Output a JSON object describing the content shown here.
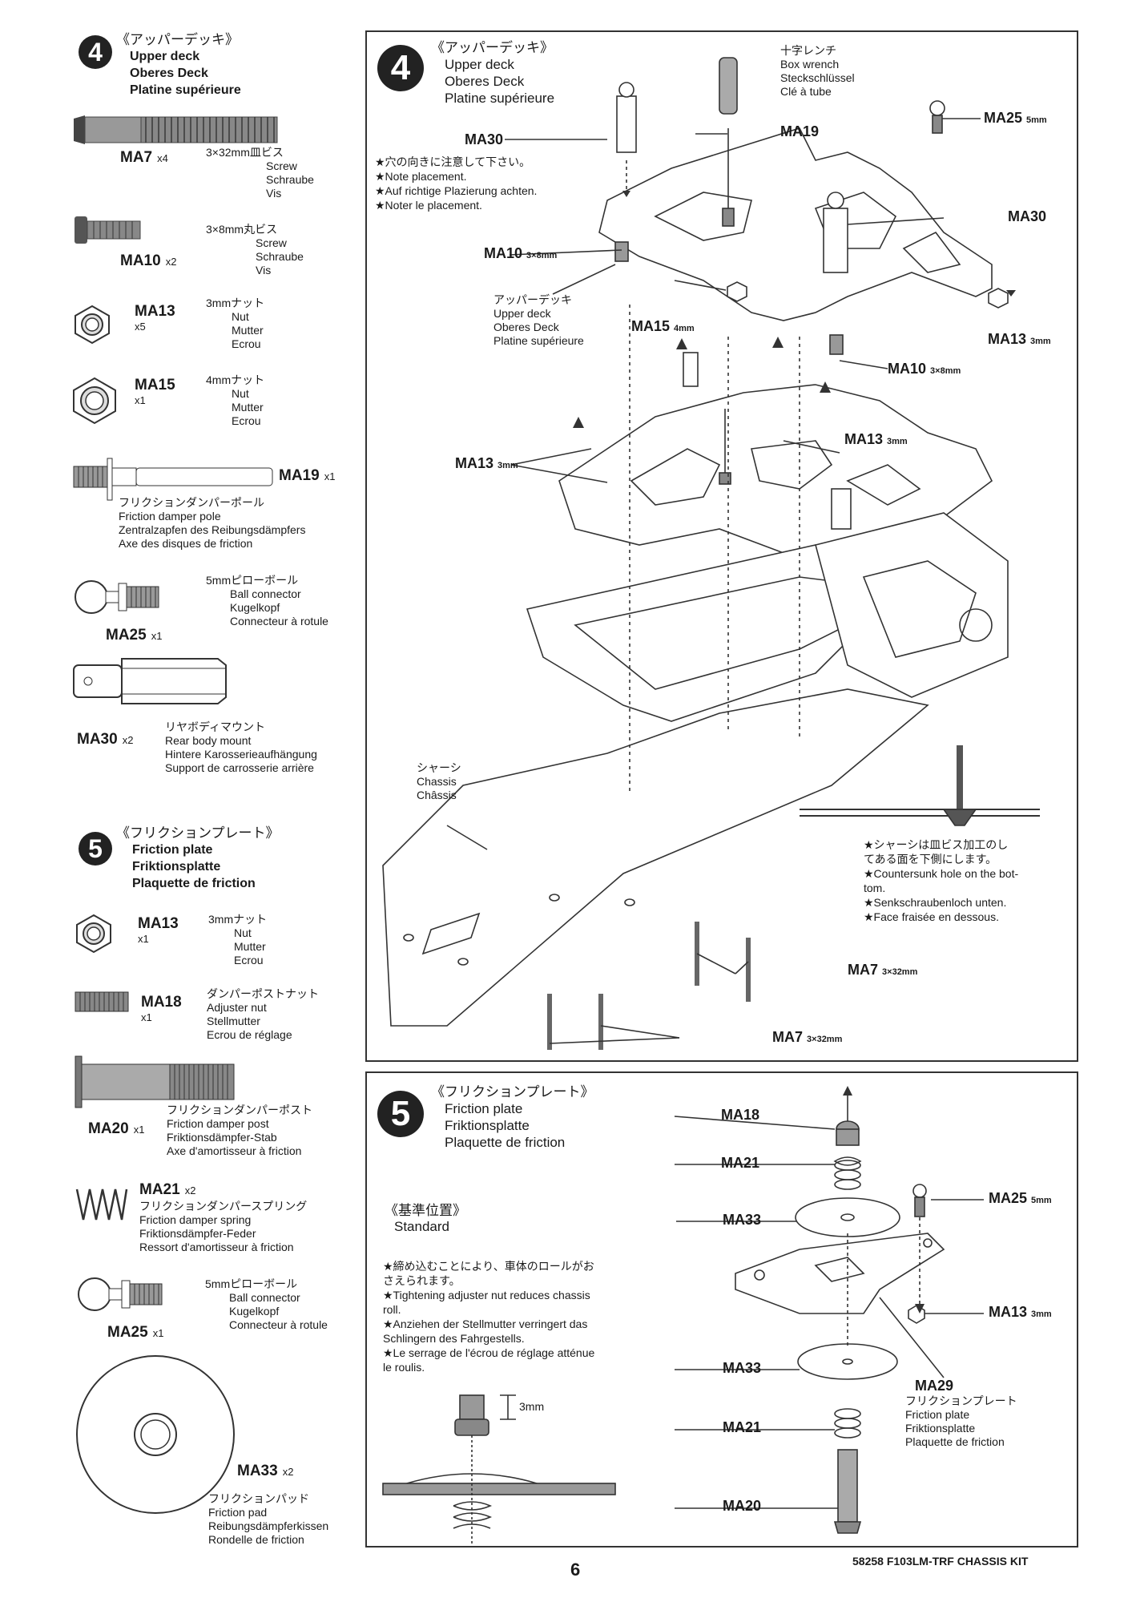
{
  "step4": {
    "num": "4",
    "title_jp": "《アッパーデッキ》",
    "title_en": "Upper deck",
    "title_de": "Oberes Deck",
    "title_fr": "Platine supérieure"
  },
  "parts4": [
    {
      "code": "MA7",
      "qty": "x4",
      "jp": "3×32mm皿ビス",
      "l1": "Screw",
      "l2": "Schraube",
      "l3": "Vis"
    },
    {
      "code": "MA10",
      "qty": "x2",
      "jp": "3×8mm丸ビス",
      "l1": "Screw",
      "l2": "Schraube",
      "l3": "Vis"
    },
    {
      "code": "MA13",
      "qty": "x5",
      "jp": "3mmナット",
      "l1": "Nut",
      "l2": "Mutter",
      "l3": "Ecrou"
    },
    {
      "code": "MA15",
      "qty": "x1",
      "jp": "4mmナット",
      "l1": "Nut",
      "l2": "Mutter",
      "l3": "Ecrou"
    },
    {
      "code": "MA19",
      "qty": "x1",
      "jp": "フリクションダンパーポール",
      "l1": "Friction damper pole",
      "l2": "Zentralzapfen des Reibungsdämpfers",
      "l3": "Axe des disques de friction"
    },
    {
      "code": "MA25",
      "qty": "x1",
      "jp": "5mmピローボール",
      "l1": "Ball connector",
      "l2": "Kugelkopf",
      "l3": "Connecteur à rotule"
    },
    {
      "code": "MA30",
      "qty": "x2",
      "jp": "リヤボディマウント",
      "l1": "Rear body mount",
      "l2": "Hintere Karosserieaufhängung",
      "l3": "Support de carrosserie arrière"
    }
  ],
  "step5": {
    "num": "5",
    "title_jp": "《フリクションプレート》",
    "title_en": "Friction plate",
    "title_de": "Friktionsplatte",
    "title_fr": "Plaquette de friction"
  },
  "parts5": [
    {
      "code": "MA13",
      "qty": "x1",
      "jp": "3mmナット",
      "l1": "Nut",
      "l2": "Mutter",
      "l3": "Ecrou"
    },
    {
      "code": "MA18",
      "qty": "x1",
      "jp": "ダンパーポストナット",
      "l1": "Adjuster nut",
      "l2": "Stellmutter",
      "l3": "Ecrou de réglage"
    },
    {
      "code": "MA20",
      "qty": "x1",
      "jp": "フリクションダンパーポスト",
      "l1": "Friction damper post",
      "l2": "Friktionsdämpfer-Stab",
      "l3": "Axe d'amortisseur à friction"
    },
    {
      "code": "MA21",
      "qty": "x2",
      "jp": "フリクションダンパースプリング",
      "l1": "Friction damper spring",
      "l2": "Friktionsdämpfer-Feder",
      "l3": "Ressort d'amortisseur à friction"
    },
    {
      "code": "MA25",
      "qty": "x1",
      "jp": "5mmピローボール",
      "l1": "Ball connector",
      "l2": "Kugelkopf",
      "l3": "Connecteur à rotule"
    },
    {
      "code": "MA33",
      "qty": "x2",
      "jp": "フリクションパッド",
      "l1": "Friction pad",
      "l2": "Reibungsdämpferkissen",
      "l3": "Rondelle de friction"
    }
  ],
  "diag4": {
    "wrench": {
      "jp": "十字レンチ",
      "en": "Box wrench",
      "de": "Steckschlüssel",
      "fr": "Clé à tube"
    },
    "note": {
      "jp": "★穴の向きに注意して下さい。",
      "en": "★Note placement.",
      "de": "★Auf richtige Plazierung achten.",
      "fr": "★Noter le placement."
    },
    "deck": {
      "jp": "アッパーデッキ",
      "en": "Upper deck",
      "de": "Oberes Deck",
      "fr": "Platine supérieure"
    },
    "chassis": {
      "jp": "シャーシ",
      "en": "Chassis",
      "fr": "Châssis"
    },
    "cs_note": {
      "l1": "★シャーシは皿ビス加工のし",
      "l2": "てある面を下側にします。",
      "l3": "★Countersunk hole on the bot-",
      "l4": "tom.",
      "l5": "★Senkschraubenloch unten.",
      "l6": "★Face fraisée en dessous."
    },
    "labels": {
      "ma30": "MA30",
      "ma19": "MA19",
      "ma25": "MA25",
      "ma25mm": "5mm",
      "ma30b": "MA30",
      "ma10": "MA10",
      "ma10mm": "3×8mm",
      "ma15": "MA15",
      "ma15mm": "4mm",
      "ma13": "MA13",
      "ma13mm": "3mm",
      "ma10b": "MA10",
      "ma10bmm": "3×8mm",
      "ma13b": "MA13",
      "ma13bmm": "3mm",
      "ma13c": "MA13",
      "ma13cmm": "3mm",
      "ma7": "MA7",
      "ma7mm": "3×32mm",
      "ma7b": "MA7",
      "ma7bmm": "3×32mm"
    }
  },
  "diag5": {
    "std_title": "《基準位置》",
    "std_en": "Standard",
    "note_l1": "★締め込むことにより、車体のロールがお",
    "note_l2": "さえられます。",
    "note_l3": "★Tightening adjuster nut reduces chassis",
    "note_l4": "roll.",
    "note_l5": "★Anziehen der Stellmutter verringert das",
    "note_l6": "Schlingern des Fahrgestells.",
    "note_l7": "★Le serrage de l'écrou de réglage atténue",
    "note_l8": "le roulis.",
    "dim": "3mm",
    "plate": {
      "code": "MA29",
      "jp": "フリクションプレート",
      "en": "Friction plate",
      "de": "Friktionsplatte",
      "fr": "Plaquette de friction"
    },
    "labels": {
      "ma18": "MA18",
      "ma21": "MA21",
      "ma33": "MA33",
      "ma25": "MA25",
      "ma25mm": "5mm",
      "ma13": "MA13",
      "ma13mm": "3mm",
      "ma33b": "MA33",
      "ma21b": "MA21",
      "ma20": "MA20"
    }
  },
  "footer": {
    "page": "6",
    "kit": "58258 F103LM-TRF CHASSIS KIT"
  }
}
